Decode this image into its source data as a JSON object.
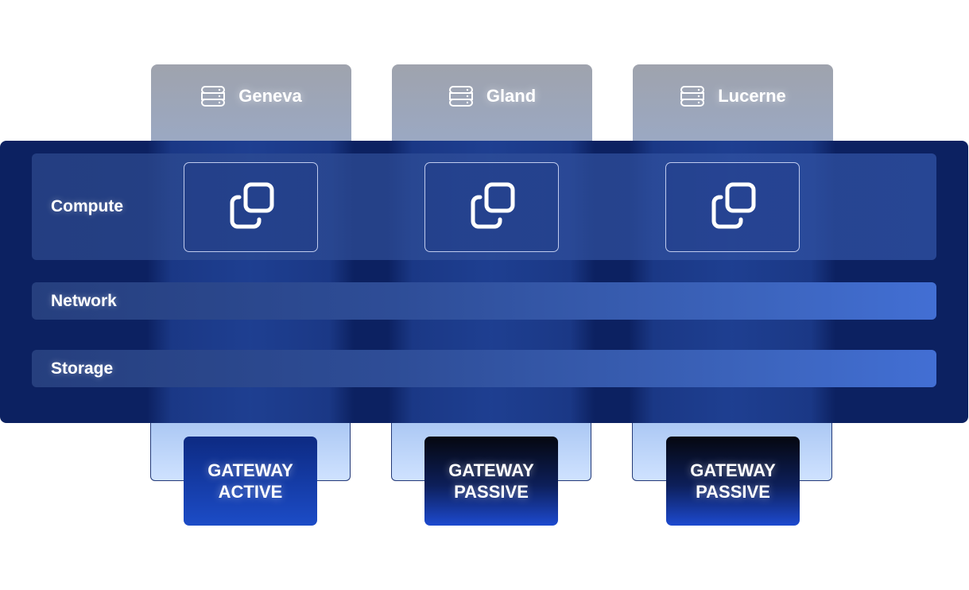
{
  "sites": [
    {
      "name": "Geneva",
      "icon": "server-icon",
      "gateway_line1": "GATEWAY",
      "gateway_line2": "ACTIVE"
    },
    {
      "name": "Gland",
      "icon": "server-icon",
      "gateway_line1": "GATEWAY",
      "gateway_line2": "PASSIVE"
    },
    {
      "name": "Lucerne",
      "icon": "server-icon",
      "gateway_line1": "GATEWAY",
      "gateway_line2": "PASSIVE"
    }
  ],
  "layers": {
    "compute": "Compute",
    "network": "Network",
    "storage": "Storage"
  },
  "icons": {
    "vm": "copy-vm-icon"
  },
  "colors": {
    "platform": "#0c2161",
    "site_header": "#9fa3ad",
    "gateway_active": "#1c4cc7",
    "gateway_passive": "#05070f",
    "band_accent": "#426fd4"
  }
}
